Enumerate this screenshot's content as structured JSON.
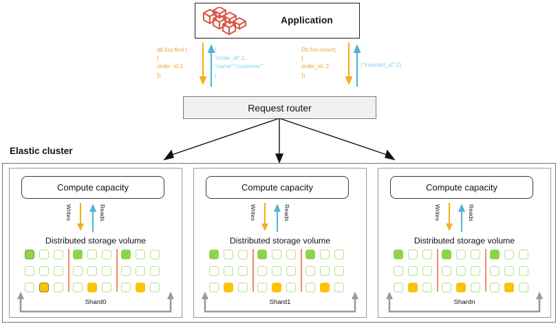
{
  "application": {
    "title": "Application",
    "icon": "cubes-icon",
    "icon_color": "#D65A4A"
  },
  "requests": {
    "left": {
      "query_label": "db.foo.find (\n{\norder -id:1\n})",
      "query_color": "#E8A33D",
      "response_label": "{\n\"order_id\":1,\n\"name\":\"customer\"\n}",
      "response_color": "#7FD4ED",
      "down_arrow": "writes-down-arrow",
      "up_arrow": "reads-up-arrow"
    },
    "right": {
      "query_label": "Db.foo.insert(\n{\norder_id: 2\n})",
      "query_color": "#E8A33D",
      "response_label": "(\"inserted_id\":2)",
      "response_color": "#7FD4ED",
      "down_arrow": "writes-down-arrow",
      "up_arrow": "reads-up-arrow"
    }
  },
  "router": {
    "label": "Request router",
    "fill": "#f1f1f1",
    "border": "#7a7a7a"
  },
  "cluster": {
    "title": "Elastic cluster",
    "border": "#6f6f6f",
    "shards": [
      {
        "compute_label": "Compute capacity",
        "writes_label": "Writes",
        "reads_label": "Reads",
        "storage_label": "Distributed storage volume",
        "shard_label": "Shard0",
        "highlight": true
      },
      {
        "compute_label": "Compute capacity",
        "writes_label": "Writes",
        "reads_label": "Reads",
        "storage_label": "Distributed storage volume",
        "shard_label": "Shard1",
        "highlight": false
      },
      {
        "compute_label": "Compute capacity",
        "writes_label": "Writes",
        "reads_label": "Reads",
        "storage_label": "Distributed storage volume",
        "shard_label": "Shardn",
        "highlight": false
      }
    ],
    "cell_grid": {
      "rows": 3,
      "cols": 3,
      "groups_per_shard": 3,
      "pattern": [
        [
          "green",
          "empty",
          "empty"
        ],
        [
          "empty",
          "empty",
          "empty"
        ],
        [
          "empty",
          "amber",
          "empty"
        ]
      ],
      "green_color": "#8DD44A",
      "amber_color": "#FCC203",
      "empty_border": "#B7E08A",
      "divider_color": "#F58A63"
    }
  },
  "colors": {
    "writes_arrow": "#F2B01E",
    "reads_arrow": "#51B5D4",
    "router_arrow": "#111111",
    "bracket": "#9a9a9a"
  }
}
